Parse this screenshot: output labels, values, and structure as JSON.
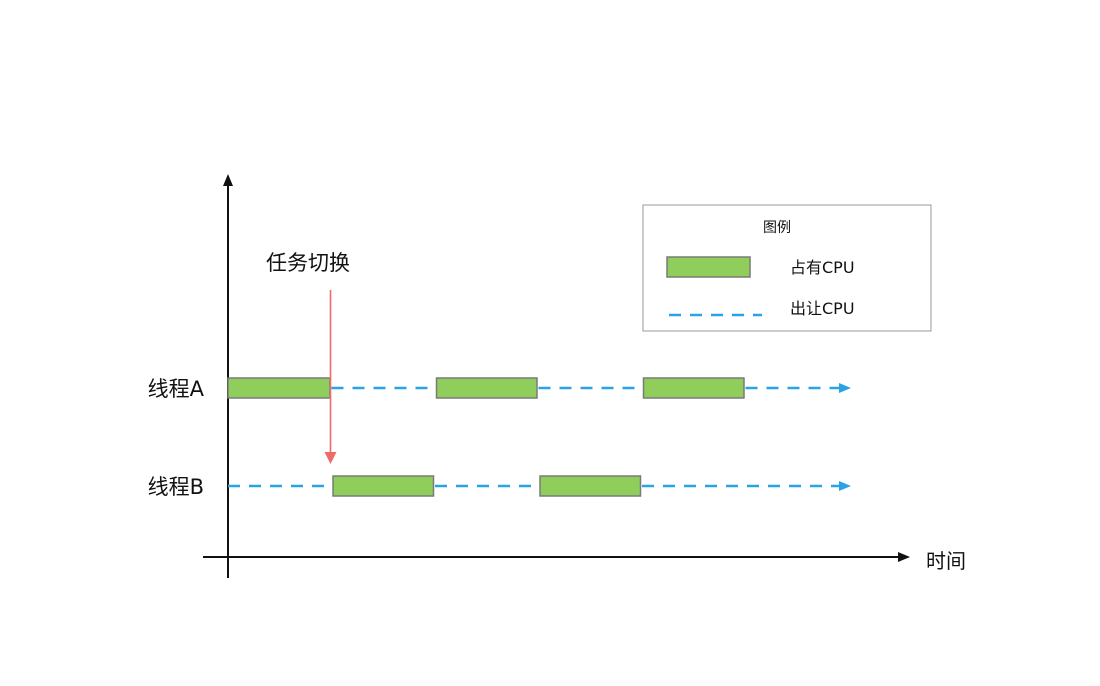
{
  "colors": {
    "running": "#8fce5a",
    "running_border": "#7a7a7a",
    "waiting": "#29a3e6",
    "switch_arrow": "#f06a6a",
    "axis": "#111111"
  },
  "annotation": {
    "task_switch": "任务切换"
  },
  "axis": {
    "x_label": "时间"
  },
  "legend": {
    "title": "图例",
    "items": [
      {
        "label": "占有CPU",
        "symbol": "green-bar"
      },
      {
        "label": "出让CPU",
        "symbol": "dashed-blue-line"
      }
    ]
  },
  "chart_data": {
    "type": "timeline",
    "threads": [
      {
        "name": "线程A",
        "running": [
          [
            0,
            1
          ],
          [
            2,
            3
          ],
          [
            4,
            5
          ]
        ],
        "waiting": [
          [
            1,
            2
          ],
          [
            3,
            4
          ],
          [
            5,
            6
          ]
        ]
      },
      {
        "name": "线程B",
        "running": [
          [
            1,
            2
          ],
          [
            3,
            4
          ]
        ],
        "waiting": [
          [
            0,
            1
          ],
          [
            2,
            3
          ],
          [
            4,
            6
          ]
        ]
      }
    ],
    "task_switch_at": 1
  }
}
